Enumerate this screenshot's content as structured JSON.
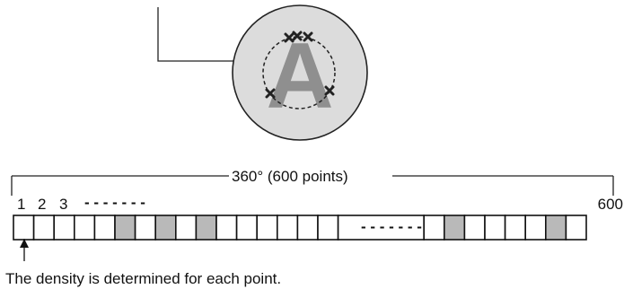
{
  "figure": {
    "letter": "A",
    "span_label": "360° (600 points)",
    "index_labels": [
      "1",
      "2",
      "3"
    ],
    "end_label": "600",
    "gap_symbol": "- - - - - - -",
    "mid_gap_symbol": "- - - - - - -",
    "caption": "The density is determined for each point."
  },
  "strip": {
    "left_cells": [
      false,
      false,
      false,
      false,
      false,
      true,
      false,
      true,
      false,
      true,
      false,
      false,
      false,
      false,
      false,
      false
    ],
    "right_cells": [
      false,
      true,
      false,
      false,
      false,
      false,
      true,
      false
    ],
    "fill_color": "#b9b9b9"
  }
}
